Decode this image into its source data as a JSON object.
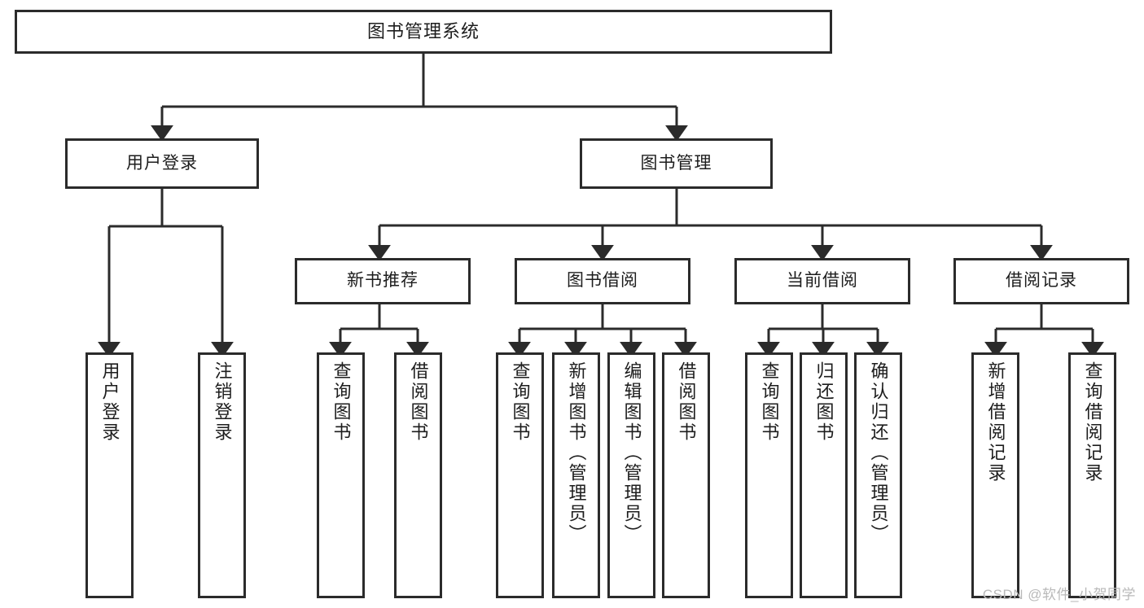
{
  "diagram": {
    "title": "图书管理系统",
    "type": "tree-hierarchy-diagram",
    "theme": {
      "background": "#ffffff",
      "box_border": "#2b2b2b",
      "box_fill": "#ffffff",
      "text": "#1d1d1d",
      "connector": "#2b2b2b",
      "watermark_color": "#b9b9b9"
    },
    "root": {
      "label": "图书管理系统"
    },
    "level2": [
      {
        "id": "user-login",
        "label": "用户登录"
      },
      {
        "id": "book-management",
        "label": "图书管理"
      }
    ],
    "level3": [
      {
        "id": "new-book-recommend",
        "label": "新书推荐"
      },
      {
        "id": "book-borrow",
        "label": "图书借阅"
      },
      {
        "id": "current-borrow",
        "label": "当前借阅"
      },
      {
        "id": "borrow-records",
        "label": "借阅记录"
      }
    ],
    "leaves": {
      "user_login": [
        {
          "label": "用户登录"
        },
        {
          "label": "注销登录"
        }
      ],
      "new_book_recommend": [
        {
          "label": "查询图书"
        },
        {
          "label": "借阅图书"
        }
      ],
      "book_borrow": [
        {
          "label": "查询图书"
        },
        {
          "label": "新增图书（管理员）"
        },
        {
          "label": "编辑图书（管理员）"
        },
        {
          "label": "借阅图书"
        }
      ],
      "current_borrow": [
        {
          "label": "查询图书"
        },
        {
          "label": "归还图书"
        },
        {
          "label": "确认归还（管理员）"
        }
      ],
      "borrow_records": [
        {
          "label": "新增借阅记录"
        },
        {
          "label": "查询借阅记录"
        }
      ]
    },
    "watermark": "CSDN @软件_小贺同学"
  }
}
